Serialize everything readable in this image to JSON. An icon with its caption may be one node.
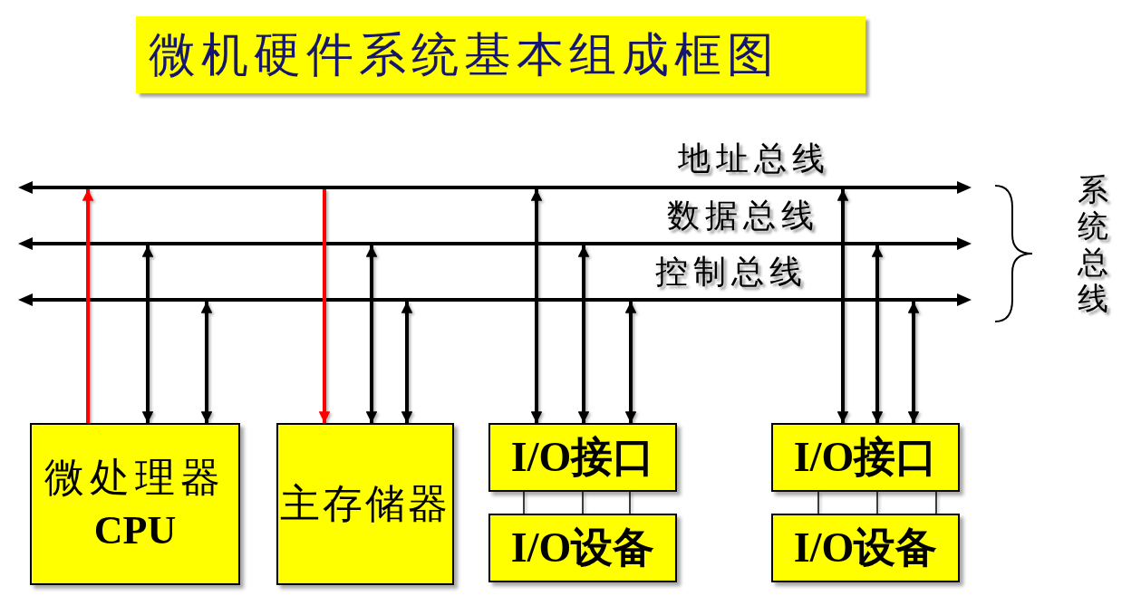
{
  "diagram": {
    "title": "微机硬件系统基本组成框图",
    "nodes": [
      {
        "text": [],
        "shape": "line",
        "beside": [
          "地址总线"
        ]
      },
      {
        "text": [],
        "shape": "line",
        "beside": [
          "数据总线"
        ]
      },
      {
        "text": [],
        "shape": "line",
        "beside": [
          "控制总线"
        ]
      },
      {
        "text": [
          "微处理器",
          "CPU"
        ]
      },
      {
        "text": [
          "主存储器"
        ]
      },
      {
        "text": [
          "I/O接口"
        ]
      },
      {
        "text": [
          "I/O设备"
        ]
      },
      {
        "text": [
          "I/O接口"
        ]
      },
      {
        "text": [
          "I/O设备"
        ]
      }
    ],
    "edges": [
      {
        "from": 3,
        "to": 0,
        "arrow": "to",
        "color": "#ff0000"
      },
      {
        "from": 3,
        "to": 1,
        "arrow": "both"
      },
      {
        "from": 3,
        "to": 2,
        "arrow": "both"
      },
      {
        "from": 0,
        "to": 4,
        "arrow": "to",
        "color": "#ff0000"
      },
      {
        "from": 4,
        "to": 1,
        "arrow": "both"
      },
      {
        "from": 4,
        "to": 2,
        "arrow": "both"
      },
      {
        "from": 5,
        "to": 0,
        "arrow": "both"
      },
      {
        "from": 5,
        "to": 1,
        "arrow": "both"
      },
      {
        "from": 5,
        "to": 2,
        "arrow": "both"
      },
      {
        "from": 5,
        "to": 6,
        "arrow": "none"
      },
      {
        "from": 5,
        "to": 6,
        "arrow": "none"
      },
      {
        "from": 5,
        "to": 6,
        "arrow": "none"
      },
      {
        "from": 7,
        "to": 0,
        "arrow": "both"
      },
      {
        "from": 7,
        "to": 1,
        "arrow": "both"
      },
      {
        "from": 7,
        "to": 2,
        "arrow": "both"
      },
      {
        "from": 7,
        "to": 8,
        "arrow": "none"
      },
      {
        "from": 7,
        "to": 8,
        "arrow": "none"
      },
      {
        "from": 7,
        "to": 8,
        "arrow": "none"
      }
    ],
    "labels": [
      "系统总线"
    ]
  }
}
